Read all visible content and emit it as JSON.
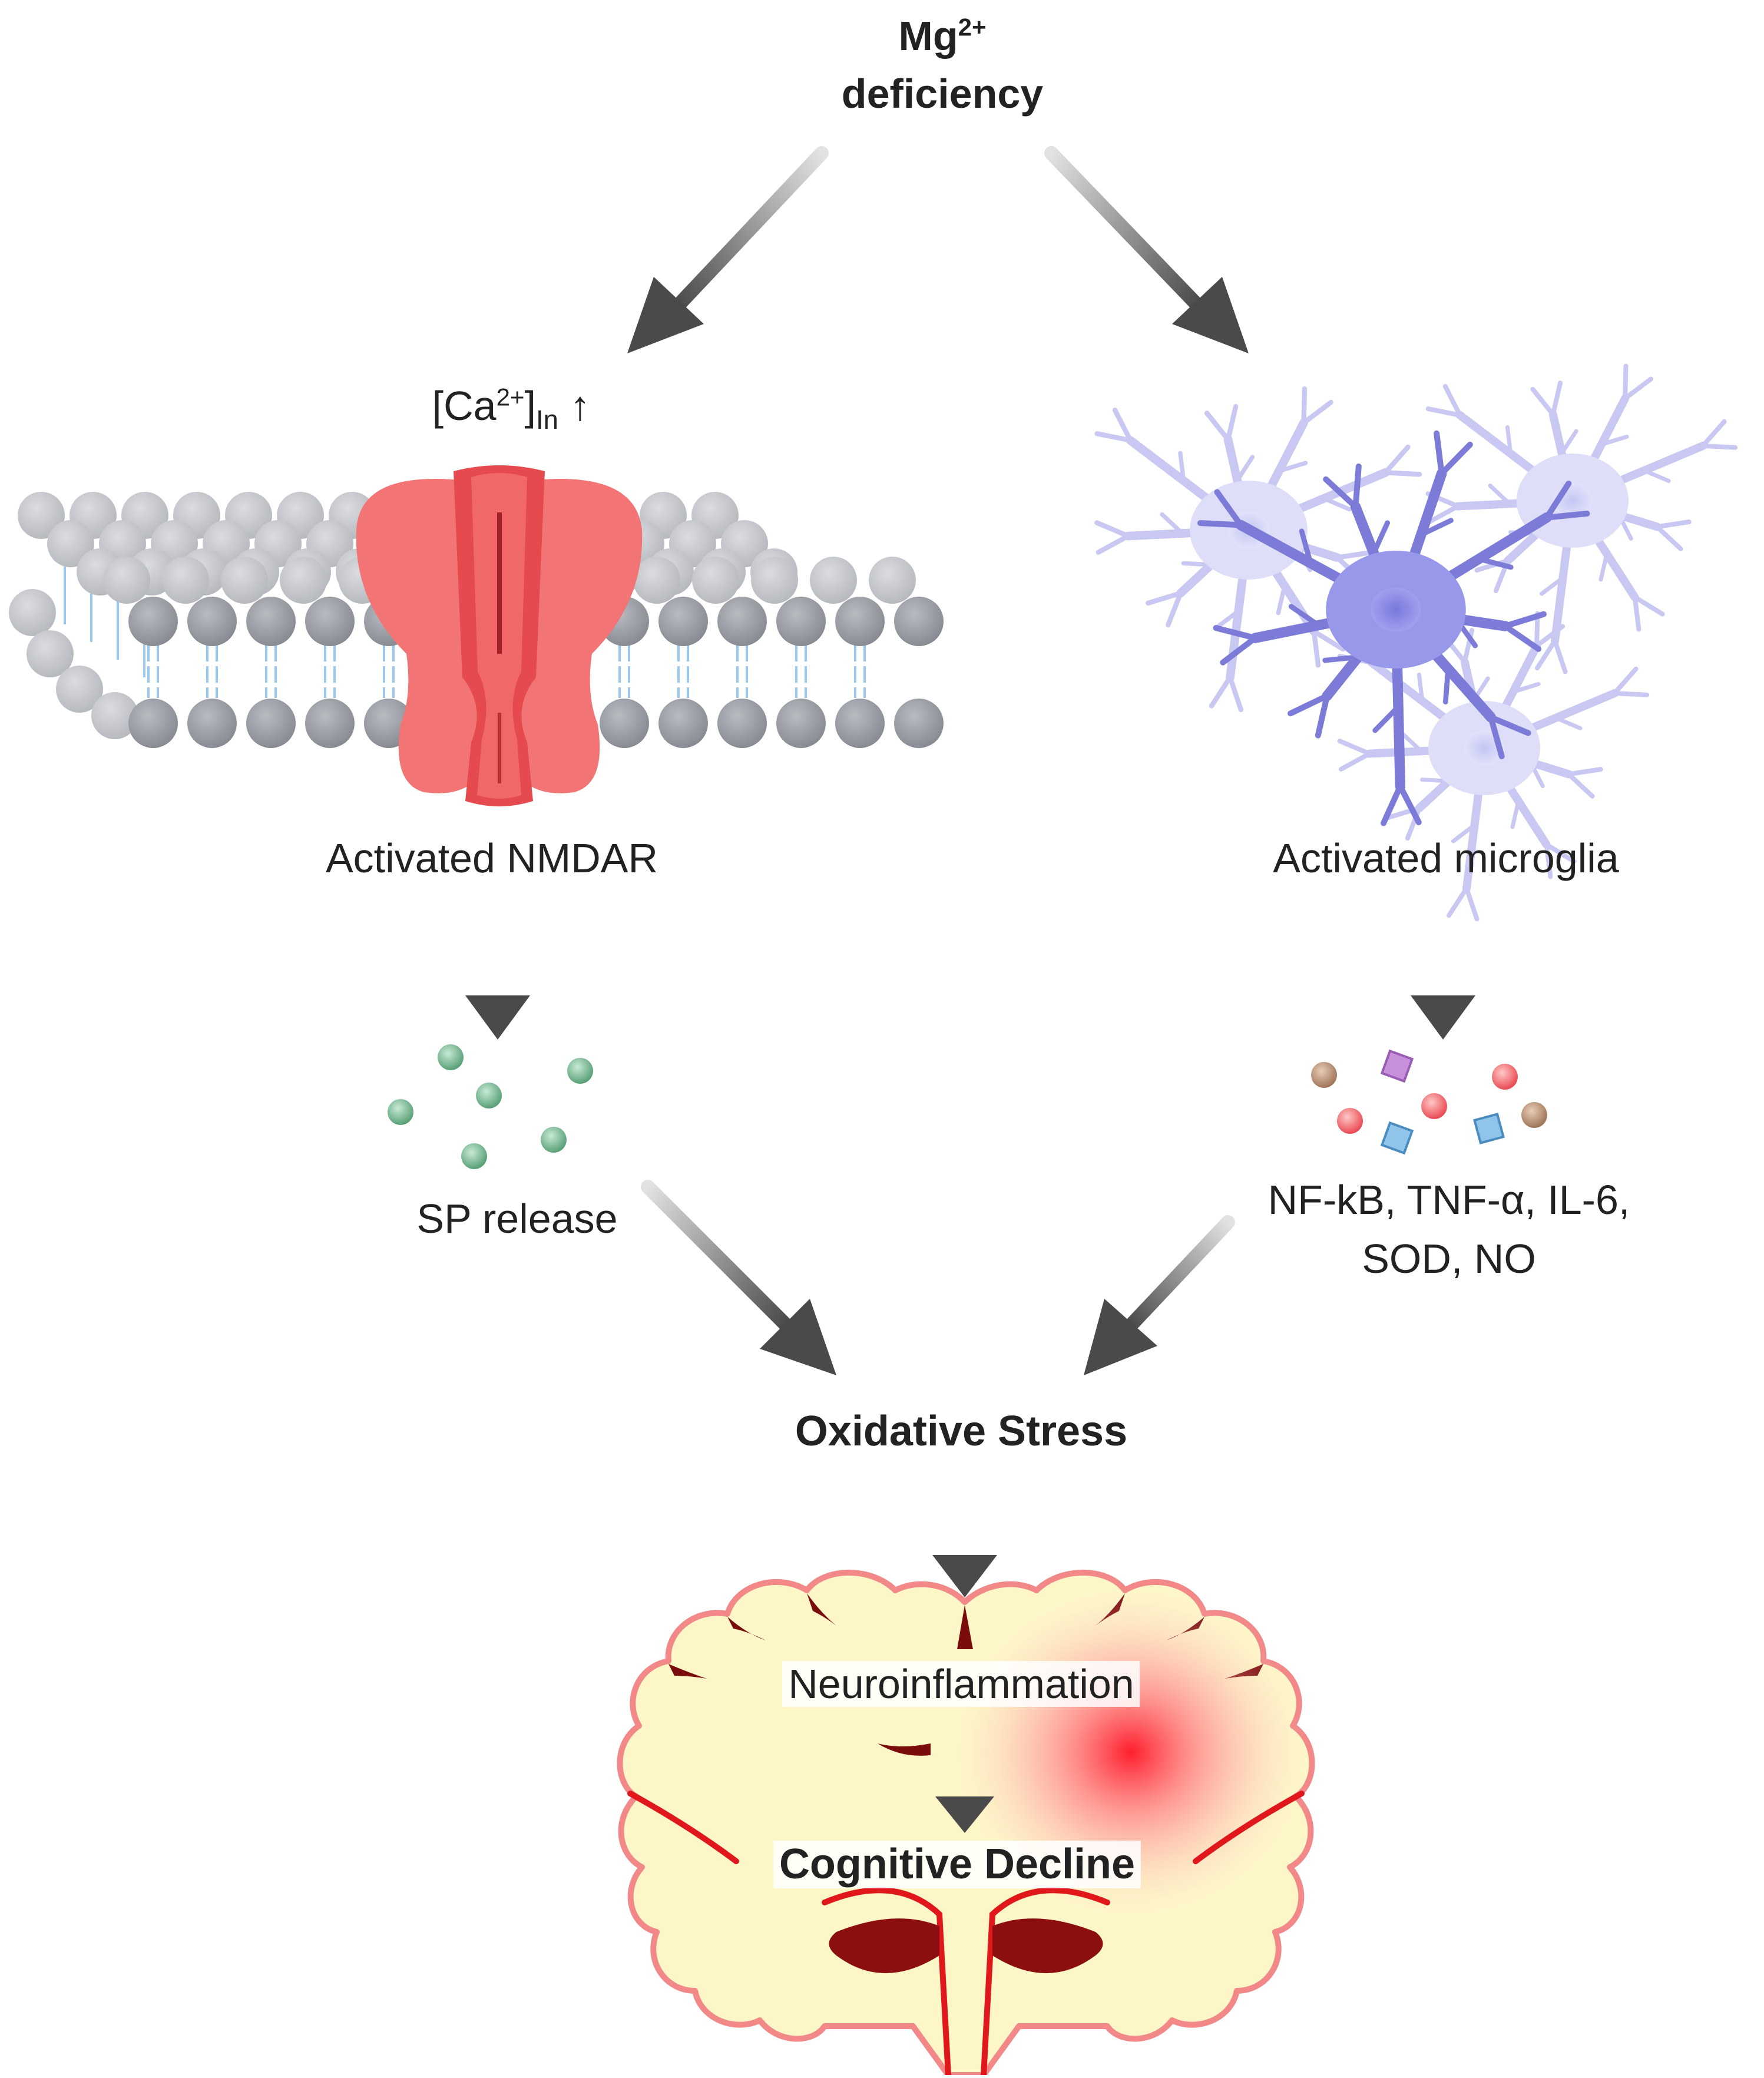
{
  "title": {
    "text": "Mg",
    "sup": "2+",
    "line2": "deficiency"
  },
  "calcium": {
    "prefix": "[Ca",
    "sup": "2+",
    "close": "]",
    "sub": "In",
    "arrow": "↑"
  },
  "left_branch": {
    "label": "Activated NMDAR",
    "release": "SP release"
  },
  "right_branch": {
    "label": "Activated microglia",
    "cytokines_line1": "NF-kB, TNF-α, IL-6,",
    "cytokines_line2": "SOD, NO"
  },
  "oxidative_stress": "Oxidative Stress",
  "neuroinflammation": "Neuroinflammation",
  "cognitive_decline": "Cognitive Decline",
  "colors": {
    "arrow": "#5a5a5a",
    "receptor": "#f06c6c",
    "receptor_dark": "#e04848",
    "lipid_head": "#9a9da3",
    "lipid_tail": "#9cc8f0",
    "microglia_light": "#dcdcf8",
    "microglia_dark": "#8f8fe6",
    "sp_particle": "#6aaa84",
    "brain_fill": "#fdf7c8",
    "brain_outline": "#f08080",
    "vessel": "#e0181c",
    "ventricle": "#8c0f0f"
  }
}
